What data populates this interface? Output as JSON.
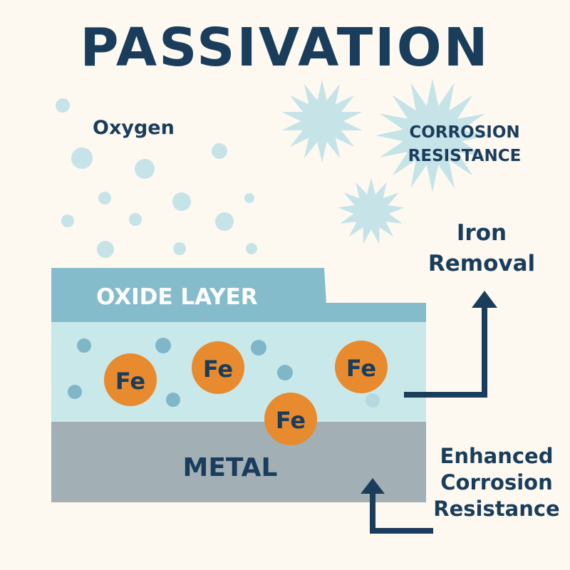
{
  "title": "PASSIVATION",
  "labels": {
    "oxygen": "Oxygen",
    "corrosion_resistance": [
      "CORROSION",
      "RESISTANCE"
    ],
    "iron_removal": [
      "Iron",
      "Removal"
    ],
    "oxide_layer": "OXIDE LAYER",
    "metal": "METAL",
    "enhanced": [
      "Enhanced",
      "Corrosion",
      "Resistance"
    ],
    "fe": "Fe"
  },
  "colors": {
    "background": "#fdf9f1",
    "text": "#1a3d5c",
    "oxide_top": "#85bccb",
    "oxide_layer": "#c9e8ea",
    "metal": "#a2b0b5",
    "iron": "#e88a2e",
    "bubble": "#c6e3e8",
    "ion": "#7fb6c8"
  }
}
